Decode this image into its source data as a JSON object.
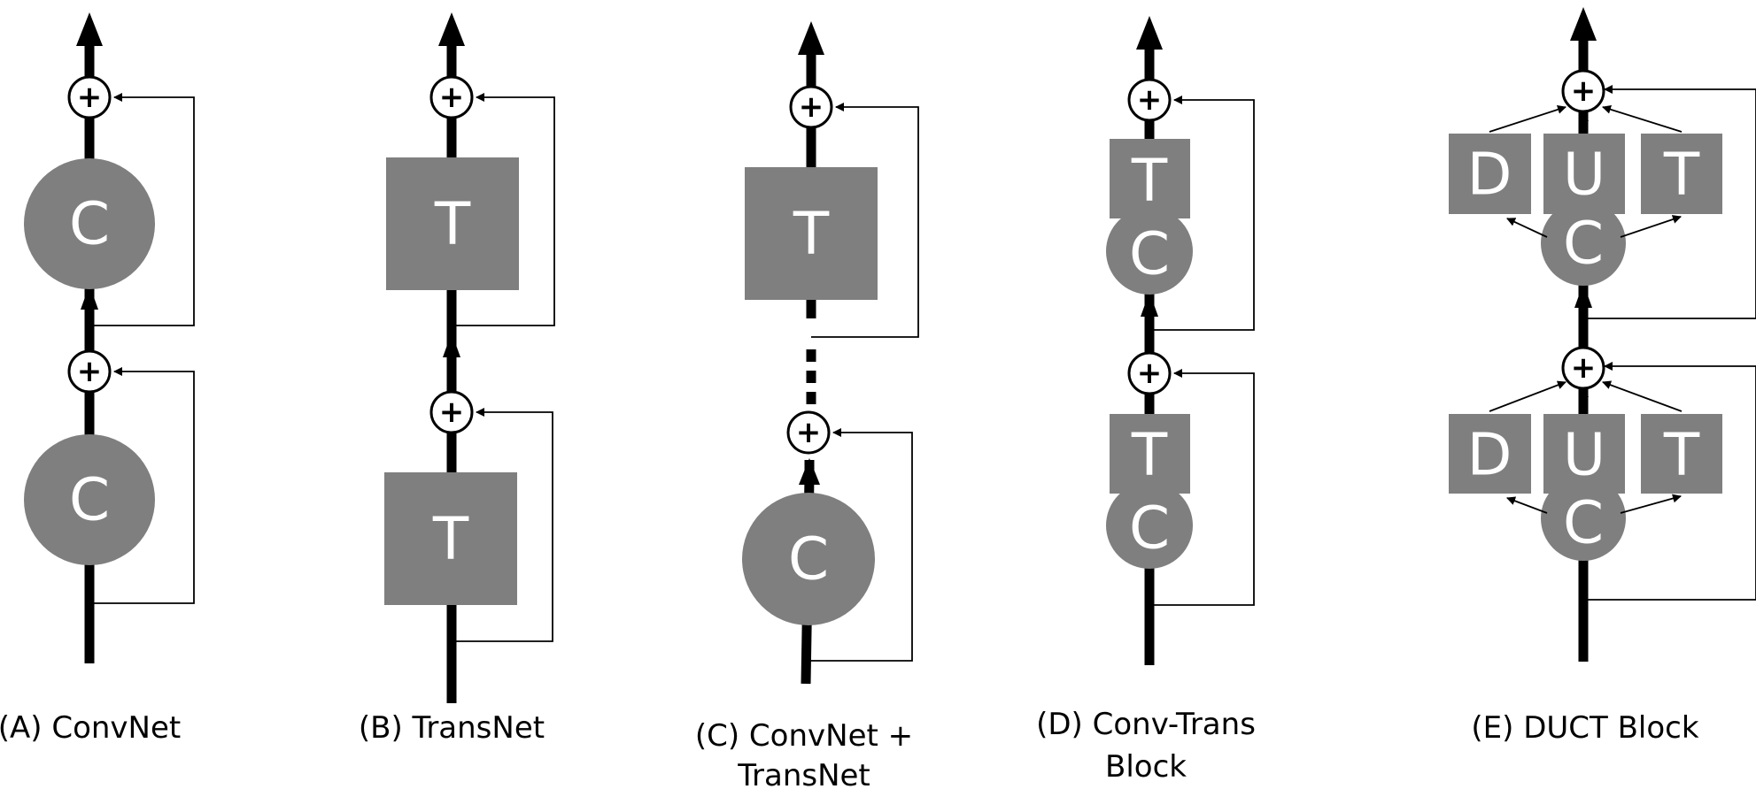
{
  "captions": {
    "a": "(A) ConvNet",
    "b": "(B) TransNet",
    "c_line1": "(C) ConvNet +",
    "c_line2": "TransNet",
    "d_line1": "(D) Conv-Trans",
    "d_line2": "Block",
    "e": "(E) DUCT Block"
  },
  "labels": {
    "conv": "C",
    "trans": "T",
    "dilated": "D",
    "upsample": "U",
    "sum": "+"
  },
  "colors": {
    "block_fill": "#7f7f7f",
    "line": "#000000",
    "background": "#ffffff"
  }
}
